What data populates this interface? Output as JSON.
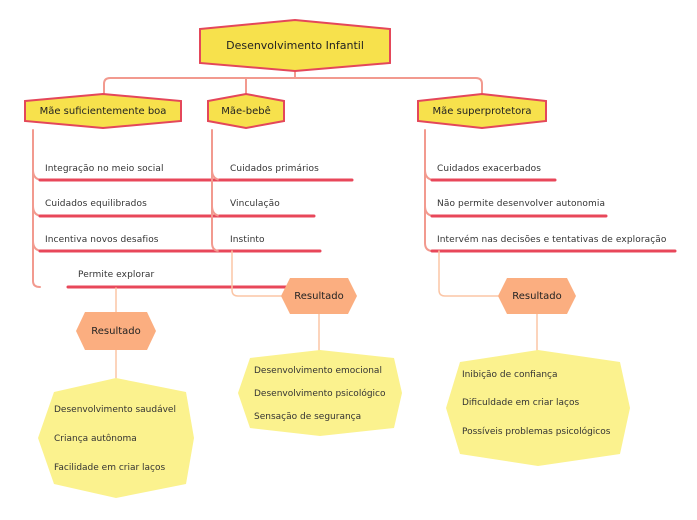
{
  "root": {
    "label": "Desenvolvimento Infantil"
  },
  "branches": [
    {
      "key": "good",
      "label": "Mãe suficientemente boa",
      "items": [
        "Integração no meio social",
        "Cuidados equilibrados",
        "Incentiva novos desafios",
        "Permite explorar"
      ],
      "result": {
        "label": "Resultado",
        "items": [
          "Desenvolvimento saudável",
          "Criança autônoma",
          "Facilidade em criar laços"
        ]
      }
    },
    {
      "key": "baby",
      "label": "Mãe-bebê",
      "items": [
        "Cuidados primários",
        "Vinculação",
        "Instinto"
      ],
      "result": {
        "label": "Resultado",
        "items": [
          "Desenvolvimento emocional",
          "Desenvolvimento psicológico",
          "Sensação de segurança"
        ]
      }
    },
    {
      "key": "over",
      "label": "Mãe superprotetora",
      "items": [
        "Cuidados exacerbados",
        "Não permite desenvolver autonomia",
        "Intervém nas decisões e tentativas de exploração"
      ],
      "result": {
        "label": "Resultado",
        "items": [
          "Inibição de confiança",
          "Dificuldade em criar laços",
          "Possíveis problemas psicológicos"
        ]
      }
    }
  ],
  "colors": {
    "main_fill": "#f7e14c",
    "main_stroke": "#e4475a",
    "link": "#f29a8f",
    "underline": "#e8475a",
    "result_fill": "#fbae80",
    "result_link": "#fbc5a5",
    "cloud_fill": "#fbf28e"
  }
}
